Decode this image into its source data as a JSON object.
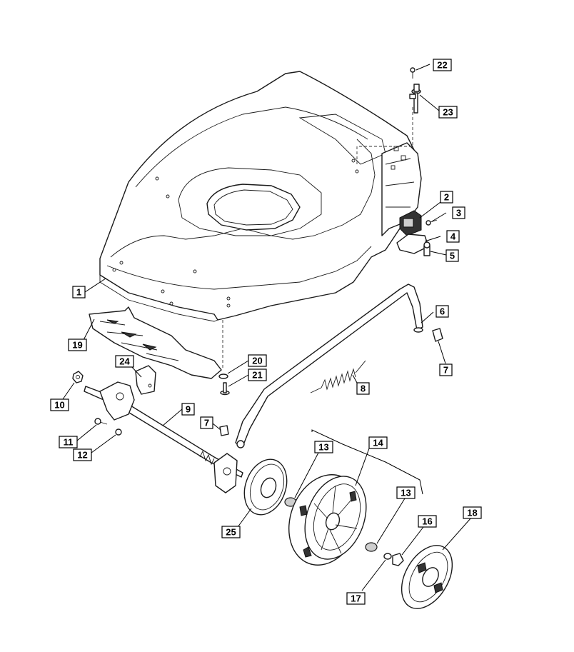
{
  "diagram": {
    "callouts": [
      {
        "id": "c1",
        "label": "1"
      },
      {
        "id": "c2",
        "label": "2"
      },
      {
        "id": "c3",
        "label": "3"
      },
      {
        "id": "c4",
        "label": "4"
      },
      {
        "id": "c5",
        "label": "5"
      },
      {
        "id": "c6",
        "label": "6"
      },
      {
        "id": "c7a",
        "label": "7"
      },
      {
        "id": "c7b",
        "label": "7"
      },
      {
        "id": "c8",
        "label": "8"
      },
      {
        "id": "c9",
        "label": "9"
      },
      {
        "id": "c10",
        "label": "10"
      },
      {
        "id": "c11",
        "label": "11"
      },
      {
        "id": "c12",
        "label": "12"
      },
      {
        "id": "c13a",
        "label": "13"
      },
      {
        "id": "c13b",
        "label": "13"
      },
      {
        "id": "c14",
        "label": "14"
      },
      {
        "id": "c16",
        "label": "16"
      },
      {
        "id": "c17",
        "label": "17"
      },
      {
        "id": "c18",
        "label": "18"
      },
      {
        "id": "c19",
        "label": "19"
      },
      {
        "id": "c20",
        "label": "20"
      },
      {
        "id": "c21",
        "label": "21"
      },
      {
        "id": "c22",
        "label": "22"
      },
      {
        "id": "c23",
        "label": "23"
      },
      {
        "id": "c24",
        "label": "24"
      },
      {
        "id": "c25",
        "label": "25"
      }
    ]
  }
}
